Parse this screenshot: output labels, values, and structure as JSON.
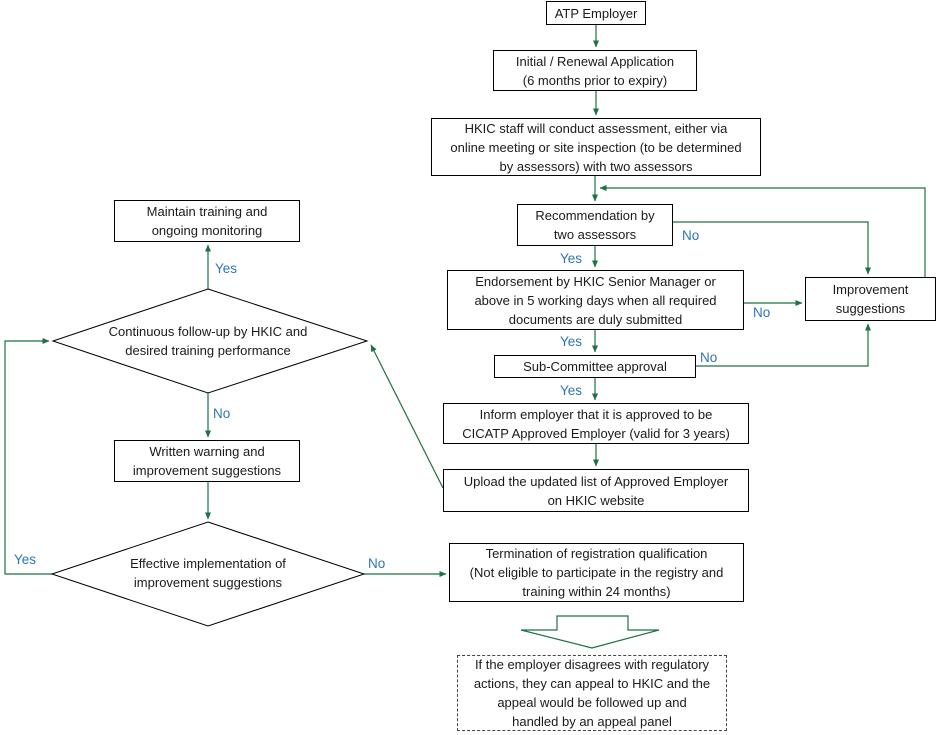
{
  "colors": {
    "connector_green": "#1E7145",
    "decision_label_blue": "#2E75B6",
    "node_border_black": "#000000"
  },
  "nodes": {
    "atp_employer": "ATP Employer",
    "application": "Initial / Renewal Application\n(6 months prior to expiry)",
    "assessment": "HKIC staff will conduct assessment, either via\nonline meeting or site inspection (to be determined\nby assessors) with two assessors",
    "recommendation": "Recommendation by\ntwo assessors",
    "endorsement": "Endorsement by HKIC Senior Manager or\nabove in 5 working days when all required\ndocuments are duly submitted",
    "improvement": "Improvement\nsuggestions",
    "subcommittee": "Sub-Committee approval",
    "inform": "Inform employer that it is approved to be\nCICATP Approved Employer (valid for 3 years)",
    "upload": "Upload the updated list of Approved Employer\non HKIC website",
    "maintain": "Maintain training and\nongoing monitoring",
    "followup": "Continuous follow-up by HKIC and\ndesired training performance",
    "warning": "Written warning and\nimprovement suggestions",
    "effective": "Effective implementation of\nimprovement suggestions",
    "termination": "Termination of registration qualification\n(Not eligible to participate in the registry and\ntraining within 24 months)",
    "appeal": "If the employer disagrees with regulatory\nactions, they can appeal to HKIC and the\nappeal would be followed up and\nhandled by an appeal panel"
  },
  "edges": [
    {
      "from": "atp_employer",
      "to": "application",
      "label": ""
    },
    {
      "from": "application",
      "to": "assessment",
      "label": ""
    },
    {
      "from": "assessment",
      "to": "recommendation",
      "label": ""
    },
    {
      "from": "recommendation",
      "to": "endorsement",
      "label": "Yes"
    },
    {
      "from": "recommendation",
      "to": "improvement",
      "label": "No"
    },
    {
      "from": "endorsement",
      "to": "subcommittee",
      "label": "Yes"
    },
    {
      "from": "endorsement",
      "to": "improvement",
      "label": "No"
    },
    {
      "from": "subcommittee",
      "to": "inform",
      "label": "Yes"
    },
    {
      "from": "subcommittee",
      "to": "improvement",
      "label": "No"
    },
    {
      "from": "improvement",
      "to": "recommendation",
      "label": ""
    },
    {
      "from": "inform",
      "to": "upload",
      "label": ""
    },
    {
      "from": "upload",
      "to": "followup",
      "label": ""
    },
    {
      "from": "followup",
      "to": "maintain",
      "label": "Yes"
    },
    {
      "from": "followup",
      "to": "warning",
      "label": "No"
    },
    {
      "from": "warning",
      "to": "effective",
      "label": ""
    },
    {
      "from": "effective",
      "to": "followup",
      "label": "Yes"
    },
    {
      "from": "effective",
      "to": "termination",
      "label": "No"
    }
  ]
}
